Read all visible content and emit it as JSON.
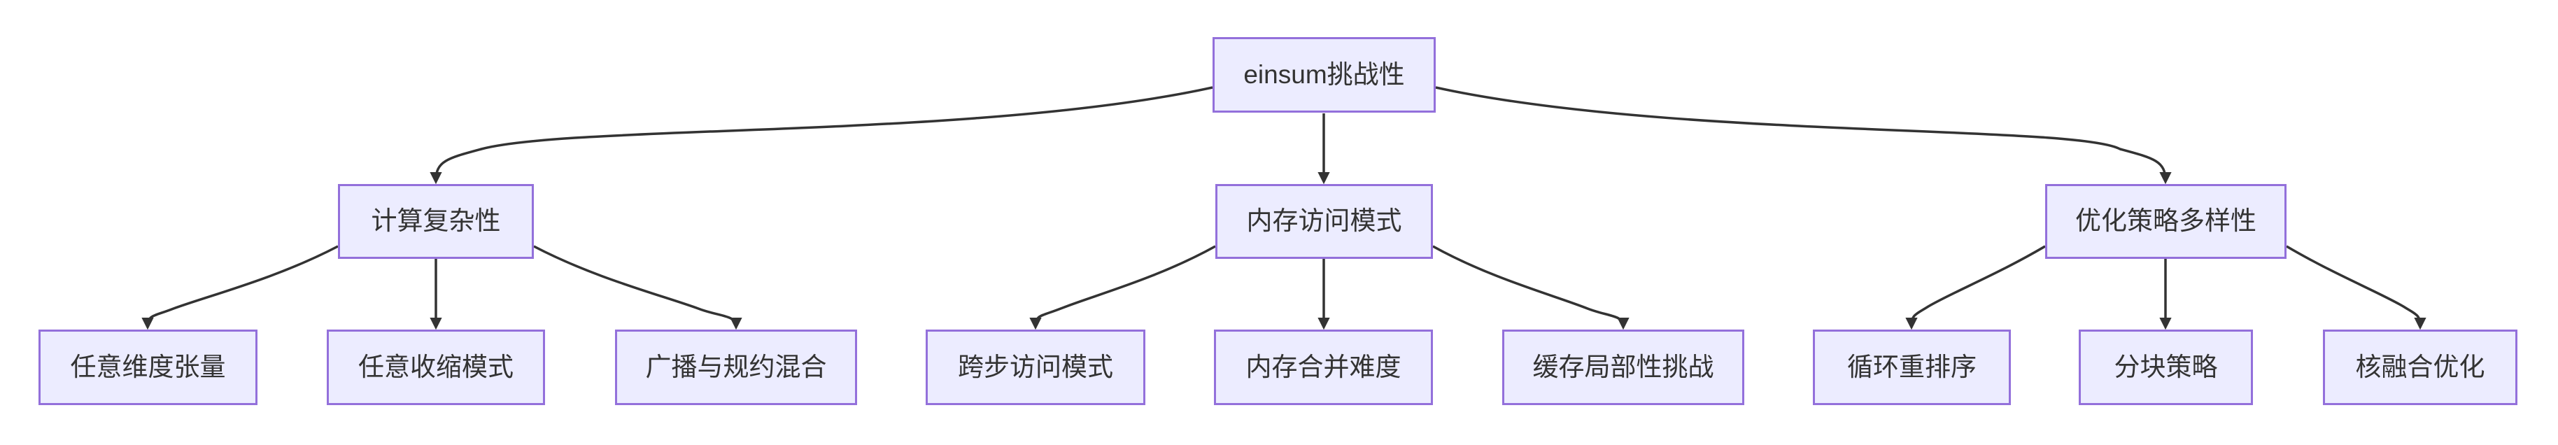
{
  "diagram": {
    "type": "flowchart",
    "direction": "top-down",
    "root": {
      "id": "root",
      "label": "einsum挑战性"
    },
    "branches": [
      {
        "id": "n1",
        "label": "计算复杂性",
        "children": [
          {
            "id": "l1",
            "label": "任意维度张量"
          },
          {
            "id": "l2",
            "label": "任意收缩模式"
          },
          {
            "id": "l3",
            "label": "广播与规约混合"
          }
        ]
      },
      {
        "id": "n2",
        "label": "内存访问模式",
        "children": [
          {
            "id": "l4",
            "label": "跨步访问模式"
          },
          {
            "id": "l5",
            "label": "内存合并难度"
          },
          {
            "id": "l6",
            "label": "缓存局部性挑战"
          }
        ]
      },
      {
        "id": "n3",
        "label": "优化策略多样性",
        "children": [
          {
            "id": "l7",
            "label": "循环重排序"
          },
          {
            "id": "l8",
            "label": "分块策略"
          },
          {
            "id": "l9",
            "label": "核融合优化"
          }
        ]
      }
    ],
    "edges": [
      [
        "root",
        "n1"
      ],
      [
        "root",
        "n2"
      ],
      [
        "root",
        "n3"
      ],
      [
        "n1",
        "l1"
      ],
      [
        "n1",
        "l2"
      ],
      [
        "n1",
        "l3"
      ],
      [
        "n2",
        "l4"
      ],
      [
        "n2",
        "l5"
      ],
      [
        "n2",
        "l6"
      ],
      [
        "n3",
        "l7"
      ],
      [
        "n3",
        "l8"
      ],
      [
        "n3",
        "l9"
      ]
    ]
  },
  "colors": {
    "background": "#FFFFFF",
    "node_fill": "#ECECFF",
    "node_border": "#9370DB",
    "edge": "#333333",
    "text": "#333333"
  }
}
